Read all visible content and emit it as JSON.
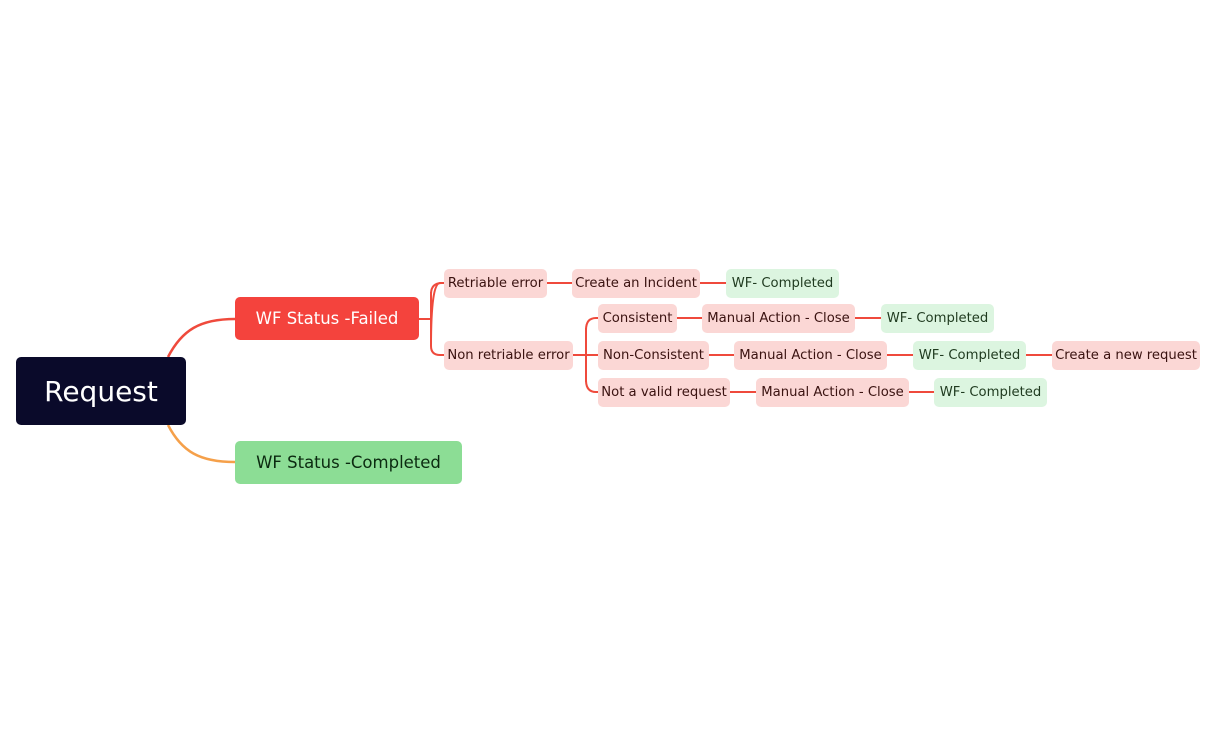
{
  "diagram": {
    "root": {
      "label": "Request"
    },
    "failed": {
      "label": "WF Status -Failed"
    },
    "completed": {
      "label": "WF Status -Completed"
    },
    "retriable": {
      "label": "Retriable error",
      "incident": "Create an Incident",
      "wf_completed": "WF- Completed"
    },
    "non_retriable": {
      "label": "Non retriable error",
      "consistent": {
        "label": "Consistent",
        "action": "Manual Action - Close",
        "wf_completed": "WF- Completed"
      },
      "non_consistent": {
        "label": "Non-Consistent",
        "action": "Manual Action - Close",
        "wf_completed": "WF- Completed",
        "new_request": "Create a new request"
      },
      "not_valid": {
        "label": "Not a valid request",
        "action": "Manual Action - Close",
        "wf_completed": "WF- Completed"
      }
    }
  },
  "colors": {
    "root_bg": "#0a0a2a",
    "failed_bg": "#f4433d",
    "completed_bg": "#8cdd95",
    "error_node_bg": "#fbd7d5",
    "success_node_bg": "#dcf5e0",
    "failed_branch_line": "#ef4a3c",
    "completed_branch_line": "#f5a04a"
  }
}
